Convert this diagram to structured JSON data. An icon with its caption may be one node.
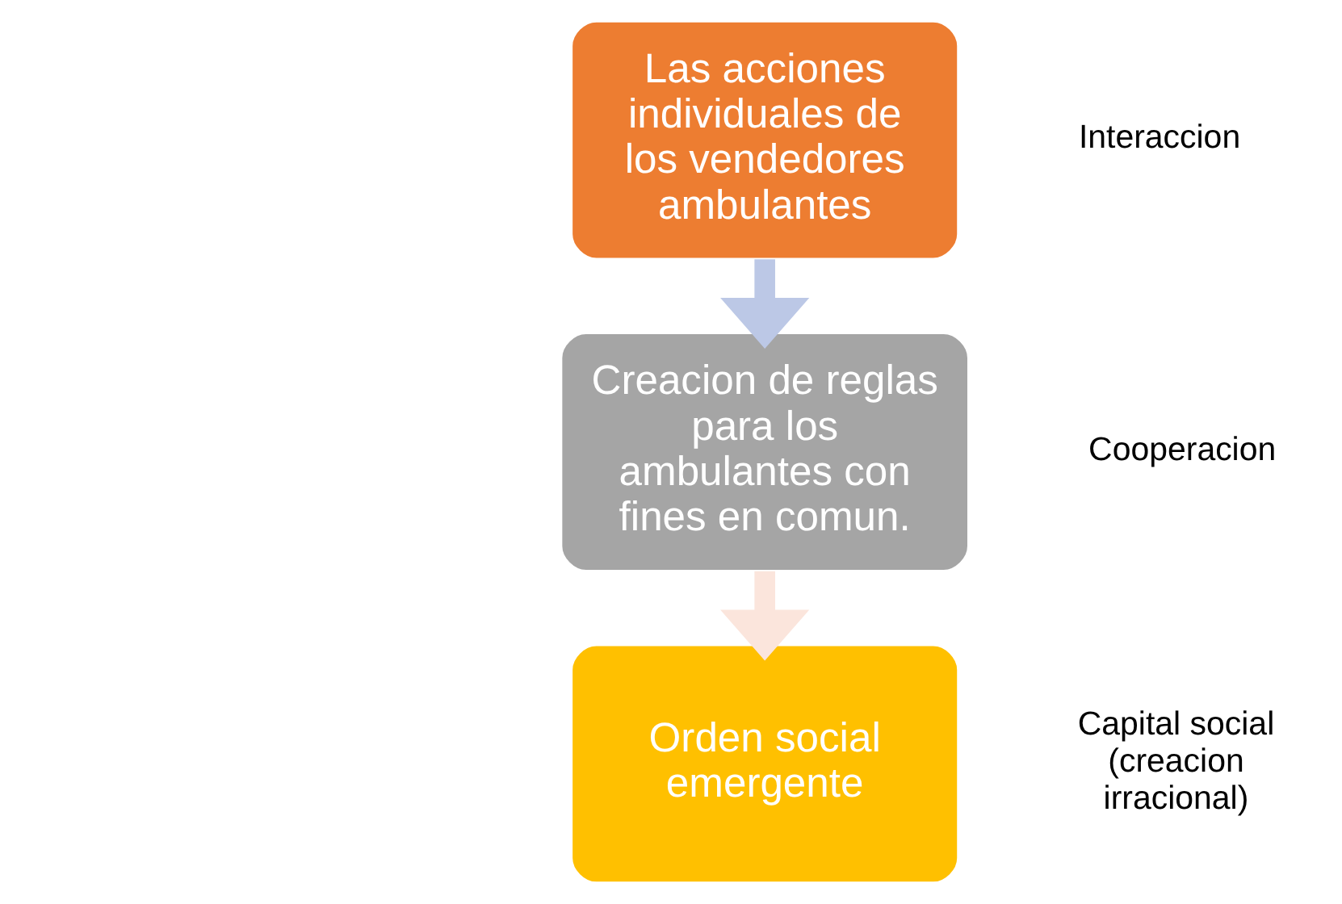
{
  "diagram": {
    "nodes": [
      {
        "text": [
          "Las acciones individuales de los vendedores ambulantes"
        ],
        "beside": [
          "Interaccion"
        ]
      },
      {
        "text": [
          "Creacion de reglas para los ambulantes con fines en comun."
        ],
        "beside": [
          "Cooperacion"
        ]
      },
      {
        "text": [
          "Orden social emergente"
        ],
        "beside": [
          "Capital social (creacion irracional)"
        ]
      }
    ],
    "edges": [
      {
        "from": 0,
        "to": 1,
        "arrow": "to",
        "color": "#bcc8e6"
      },
      {
        "from": 1,
        "to": 2,
        "arrow": "to",
        "color": "#fbe5dc"
      }
    ]
  }
}
